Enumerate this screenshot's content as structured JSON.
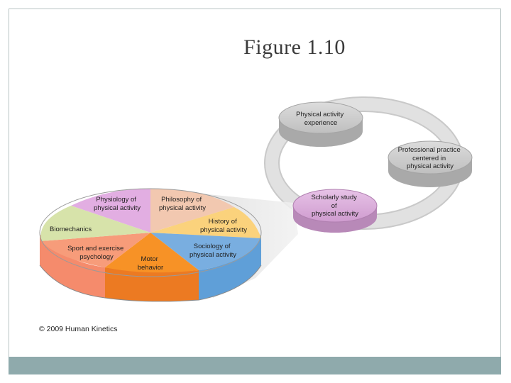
{
  "title": "Figure 1.10",
  "cycle": {
    "nodes": [
      {
        "lines": [
          "Physical activity",
          "experience"
        ]
      },
      {
        "lines": [
          "Professional practice",
          "centered in",
          "physical activity"
        ]
      },
      {
        "lines": [
          "Scholarly study",
          "of",
          "physical activity"
        ]
      }
    ]
  },
  "pie": {
    "segments": [
      {
        "lines": [
          "Physiology of",
          "physical activity"
        ],
        "color": "#e2aee2"
      },
      {
        "lines": [
          "Philosophy of",
          "physical activity"
        ],
        "color": "#f2c8b0"
      },
      {
        "lines": [
          "History of",
          "physical activity"
        ],
        "color": "#fbd27c"
      },
      {
        "lines": [
          "Sociology of",
          "physical activity"
        ],
        "color": "#79aee0"
      },
      {
        "lines": [
          "Motor",
          "behavior"
        ],
        "color": "#f79226"
      },
      {
        "lines": [
          "Sport and exercise",
          "psychology"
        ],
        "color": "#f79c7a"
      },
      {
        "lines": [
          "Biomechanics"
        ],
        "color": "#d7e3aa"
      }
    ]
  },
  "colors": {
    "ring": "#d9d9d9",
    "node_gray": "#c8c8c8",
    "node_purple": "#d7a6d7",
    "bottom_bar": "#8faaac"
  },
  "copyright": "© 2009 Human Kinetics"
}
